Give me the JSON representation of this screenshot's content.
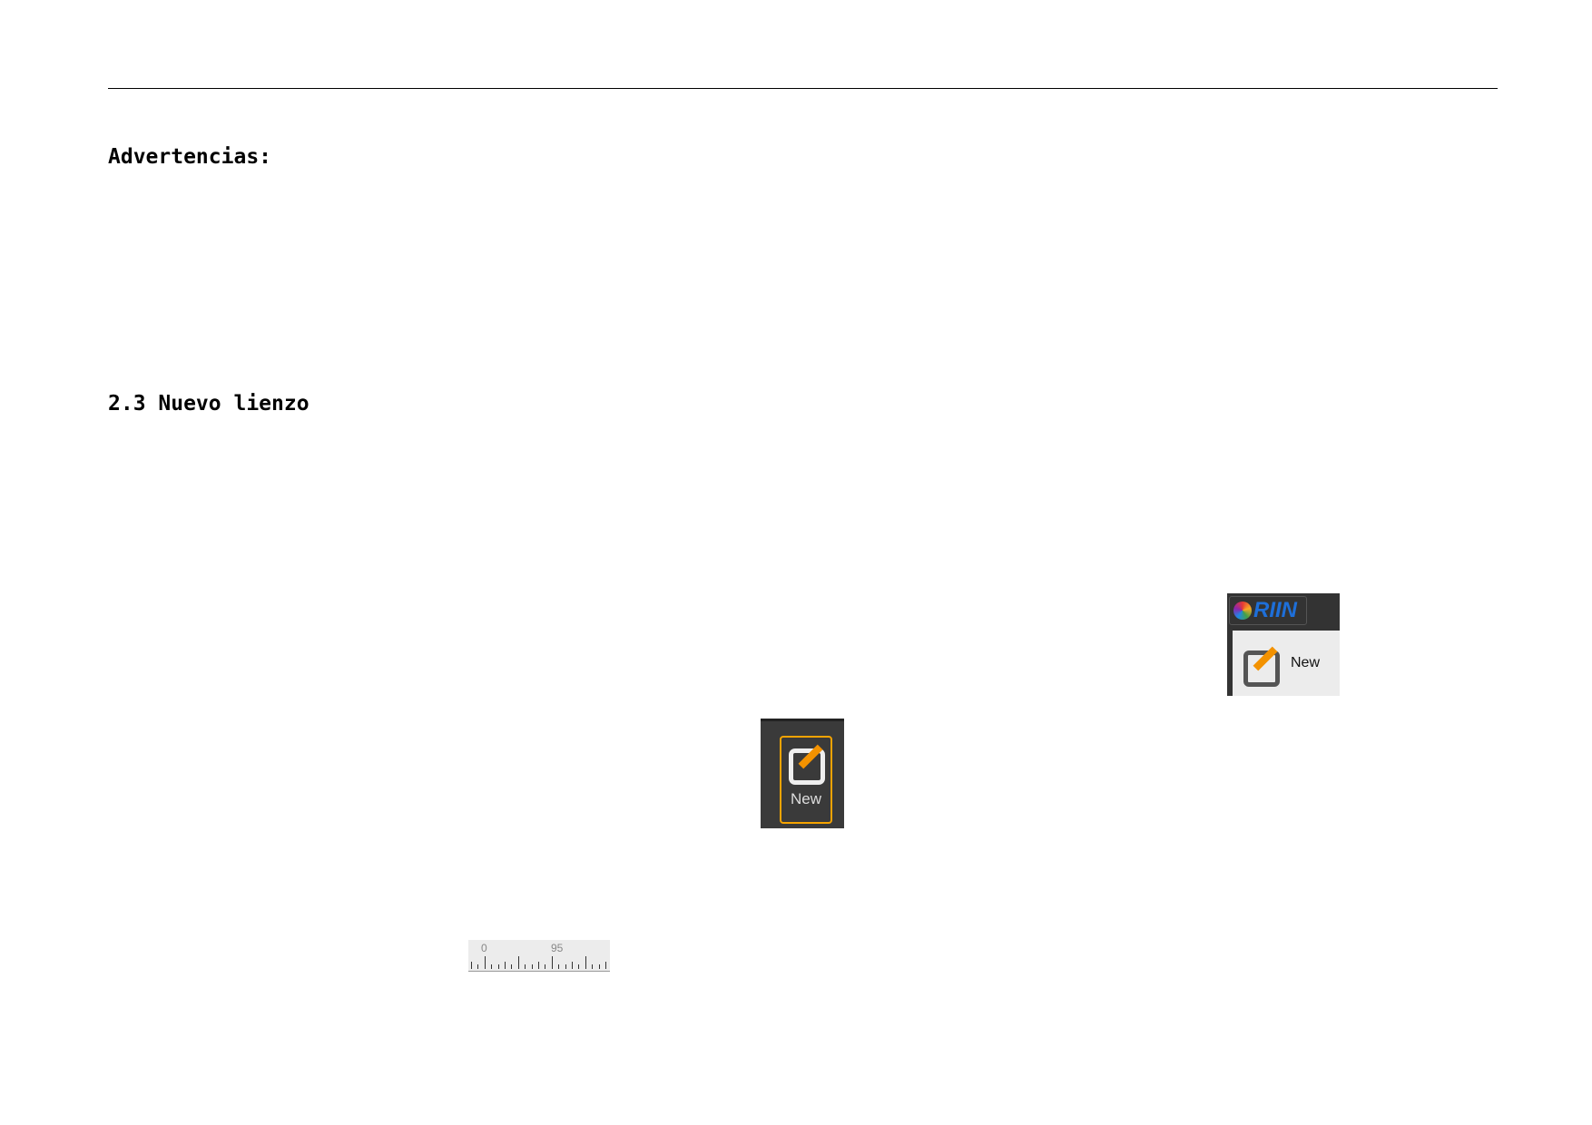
{
  "headings": {
    "warnings": "Advertencias:",
    "section": "2.3 Nuevo lienzo"
  },
  "toolbar_shot": {
    "logo_text": "RIIN",
    "new_label": "New"
  },
  "button_shot": {
    "new_label": "New",
    "accent": "#f5a300"
  },
  "ruler": {
    "labels": [
      "0",
      "95"
    ]
  }
}
